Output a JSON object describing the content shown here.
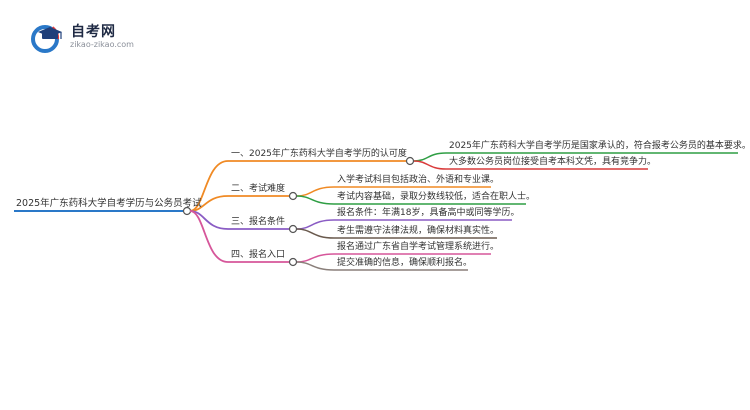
{
  "logo": {
    "title": "自考网",
    "subtitle": "zikao-zikao.com",
    "icon": "graduation-cap-logo-icon"
  },
  "colors": {
    "root": "#2a78c8",
    "branch1": "#f08a24",
    "branch2": "#f08a24",
    "branch3": "#8a5cc4",
    "branch4": "#d6569a",
    "leaf1a": "#2f9e44",
    "leaf1b": "#d93b3b",
    "leaf2a": "#f08a24",
    "leaf2b": "#2f9e44",
    "leaf3a": "#8a5cc4",
    "leaf3b": "#6a5a4e",
    "leaf4a": "#d6569a",
    "leaf4b": "#8a7f7a"
  },
  "mindmap": {
    "root": "2025年广东药科大学自考学历与公务员考试",
    "branches": [
      {
        "label": "一、2025年广东药科大学自考学历的认可度",
        "leaves": [
          "2025年广东药科大学自考学历是国家承认的，符合报考公务员的基本要求。",
          "大多数公务员岗位接受自考本科文凭，具有竞争力。"
        ]
      },
      {
        "label": "二、考试难度",
        "leaves": [
          "入学考试科目包括政治、外语和专业课。",
          "考试内容基础，录取分数线较低，适合在职人士。"
        ]
      },
      {
        "label": "三、报名条件",
        "leaves": [
          "报名条件：年满18岁，具备高中或同等学历。",
          "考生需遵守法律法规，确保材料真实性。"
        ]
      },
      {
        "label": "四、报名入口",
        "leaves": [
          "报名通过广东省自学考试管理系统进行。",
          "提交准确的信息，确保顺利报名。"
        ]
      }
    ]
  }
}
